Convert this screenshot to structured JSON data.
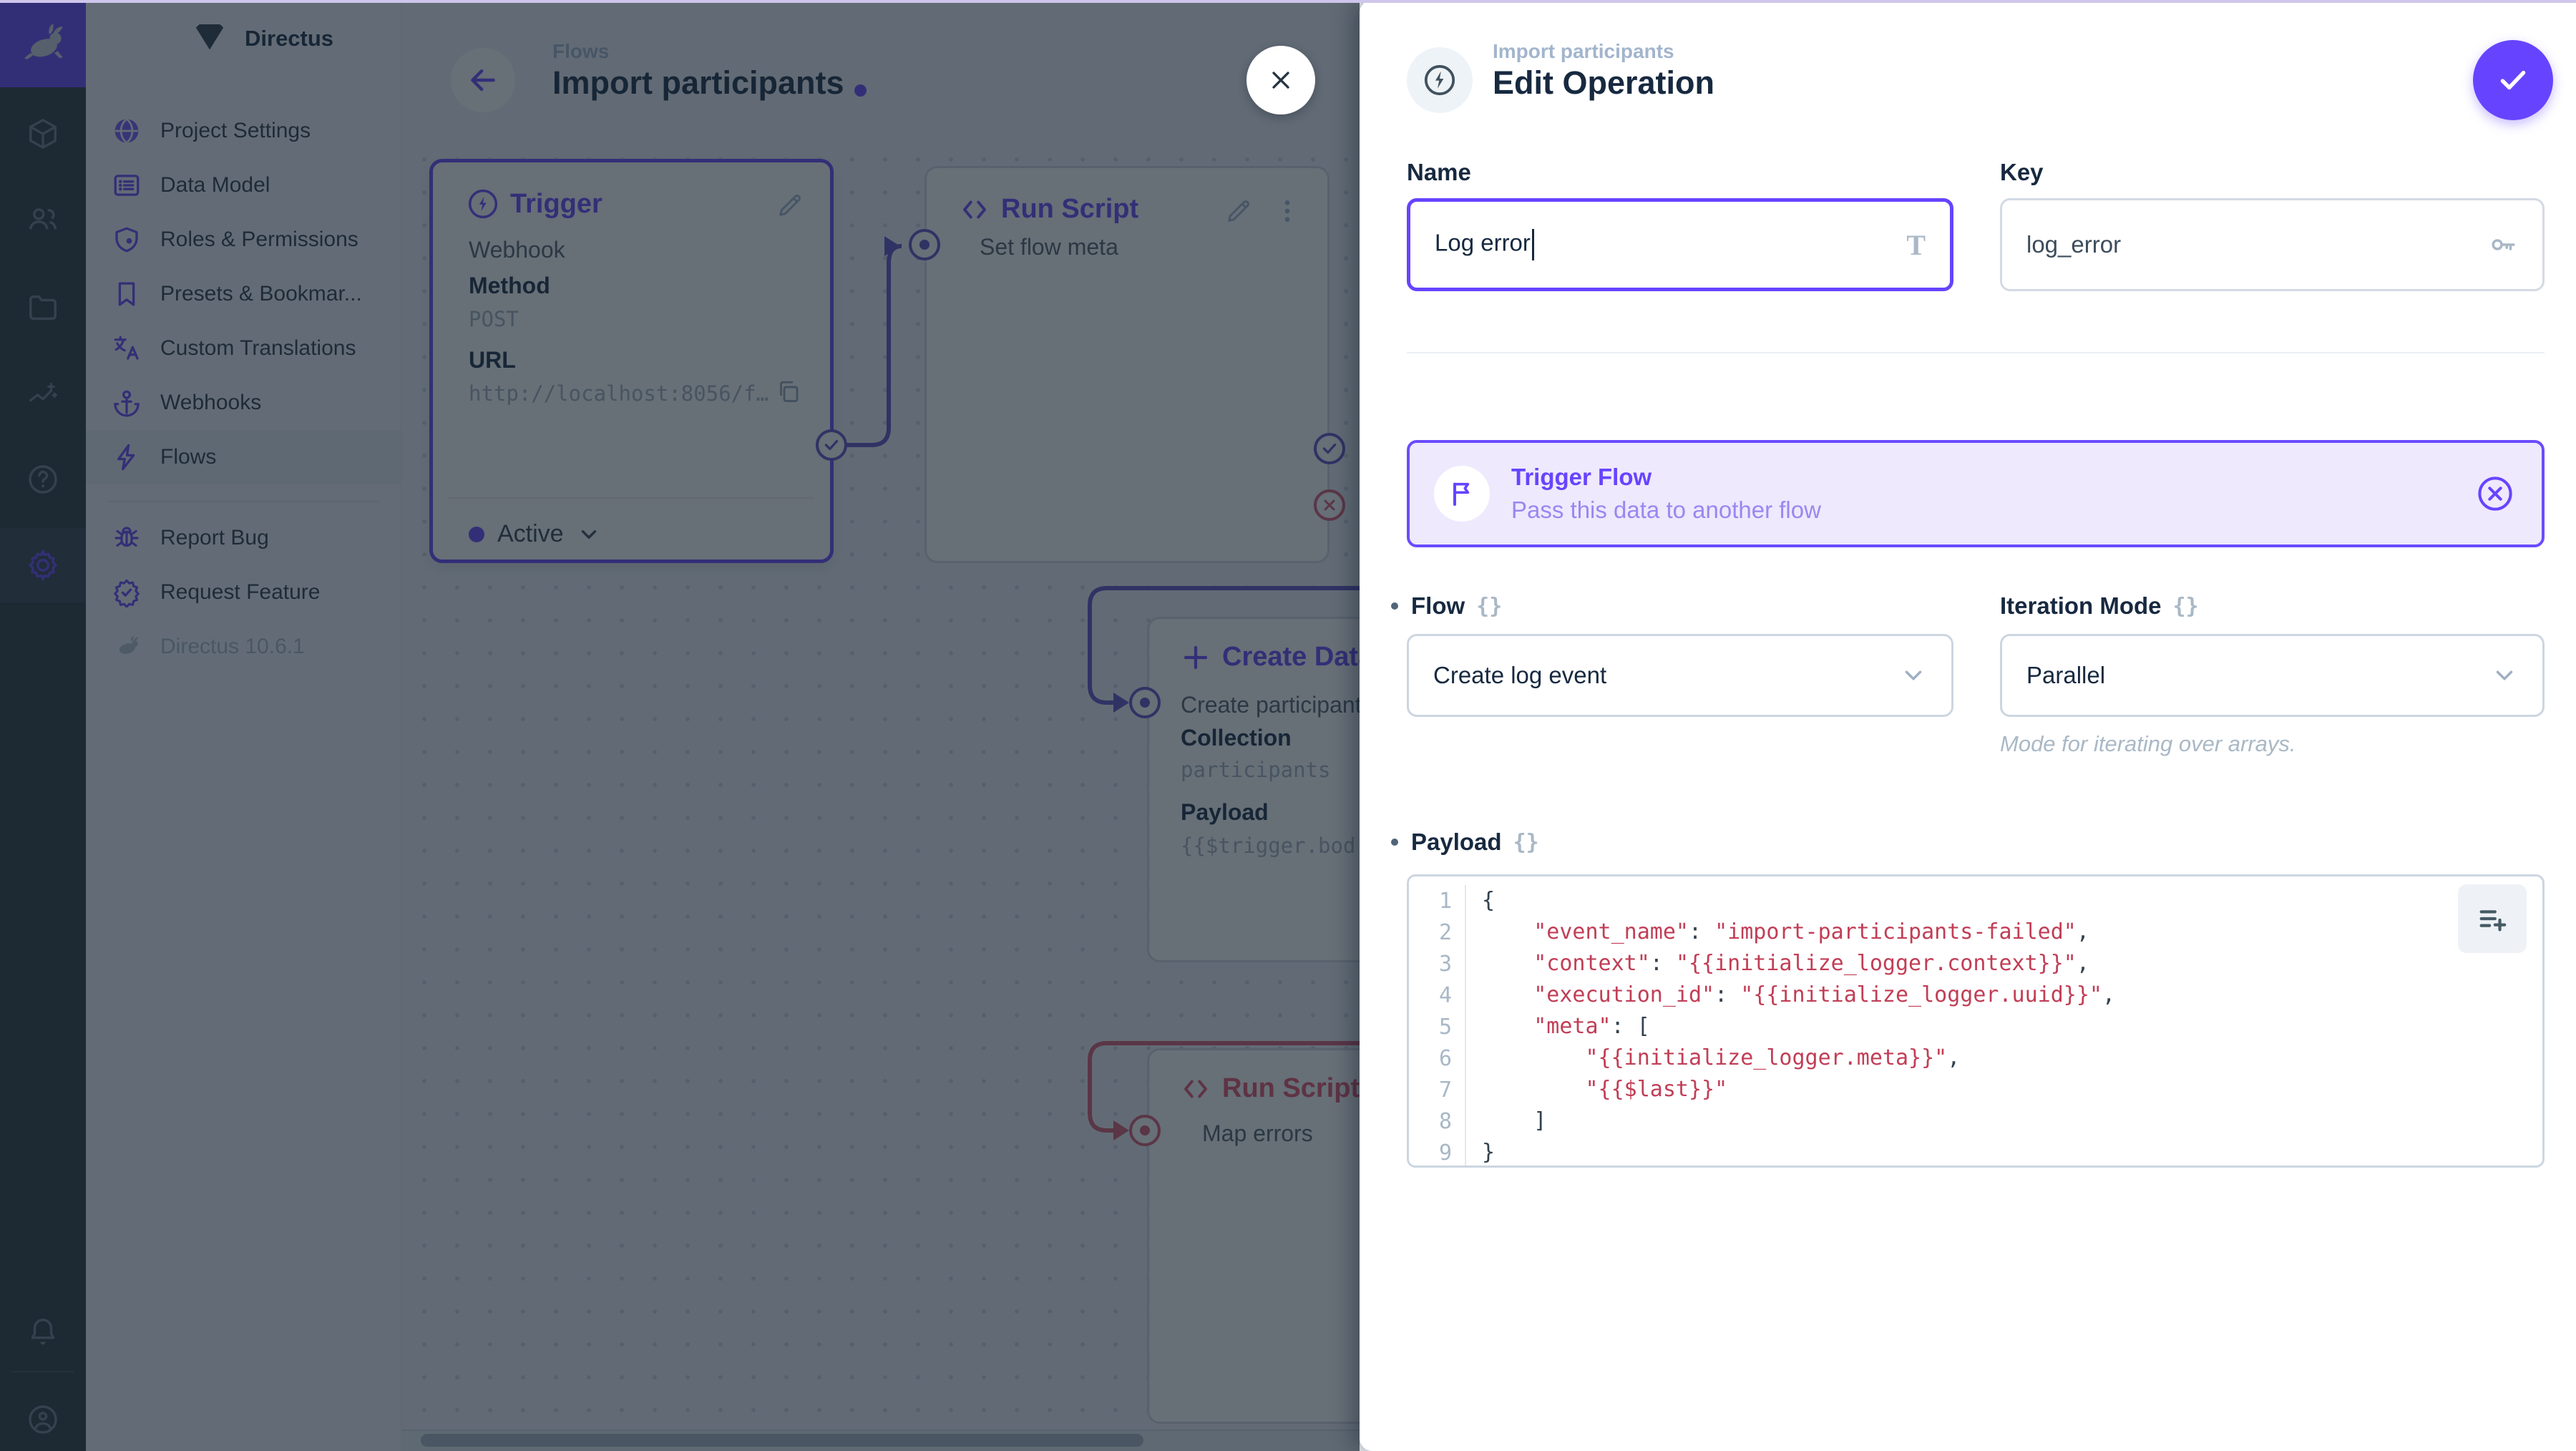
{
  "colors": {
    "accent": "#6644ff",
    "danger": "#e35169",
    "dim_overlay": "rgba(25,36,48,0.66)"
  },
  "module_bar": {
    "items": [
      {
        "icon": "cube-icon"
      },
      {
        "icon": "users-icon"
      },
      {
        "icon": "folder-icon"
      },
      {
        "icon": "insights-icon"
      },
      {
        "icon": "help-icon"
      },
      {
        "icon": "settings-gear-icon",
        "active": true
      },
      {
        "icon": "bell-icon"
      },
      {
        "icon": "account-icon"
      }
    ]
  },
  "nav": {
    "project_name": "Directus",
    "items": [
      {
        "label": "Project Settings"
      },
      {
        "label": "Data Model"
      },
      {
        "label": "Roles & Permissions"
      },
      {
        "label": "Presets & Bookmar..."
      },
      {
        "label": "Custom Translations"
      },
      {
        "label": "Webhooks"
      },
      {
        "label": "Flows",
        "active": true
      }
    ],
    "footer_items": [
      {
        "label": "Report Bug"
      },
      {
        "label": "Request Feature"
      }
    ],
    "version": "Directus 10.6.1"
  },
  "canvas": {
    "breadcrumb": "Flows",
    "title": "Import participants",
    "trigger_panel": {
      "title": "Trigger",
      "type": "Webhook",
      "method_label": "Method",
      "method_value": "POST",
      "url_label": "URL",
      "url_value": "http://localhost:8056/f…",
      "status": "Active"
    },
    "run_script_panel": {
      "title": "Run Script",
      "name": "Set flow meta"
    },
    "create_data_panel": {
      "title": "Create Data",
      "name": "Create participant",
      "collection_label": "Collection",
      "collection_value": "participants",
      "payload_label": "Payload",
      "payload_value": "{{$trigger.bod"
    },
    "map_errors_panel": {
      "title": "Run Script",
      "name": "Map errors"
    }
  },
  "drawer": {
    "breadcrumb": "Import participants",
    "title": "Edit Operation",
    "name_field": {
      "label": "Name",
      "value": "Log error"
    },
    "key_field": {
      "label": "Key",
      "value": "log_error"
    },
    "banner": {
      "title": "Trigger Flow",
      "subtitle": "Pass this data to another flow"
    },
    "flow_field": {
      "label": "Flow",
      "value": "Create log event"
    },
    "iteration_field": {
      "label": "Iteration Mode",
      "value": "Parallel",
      "note": "Mode for iterating over arrays."
    },
    "payload": {
      "label": "Payload",
      "lines": [
        "{",
        "    \"event_name\": \"import-participants-failed\",",
        "    \"context\": \"{{initialize_logger.context}}\",",
        "    \"execution_id\": \"{{initialize_logger.uuid}}\",",
        "    \"meta\": [",
        "        \"{{initialize_logger.meta}}\",",
        "        \"{{$last}}\"",
        "    ]",
        "}"
      ]
    }
  }
}
